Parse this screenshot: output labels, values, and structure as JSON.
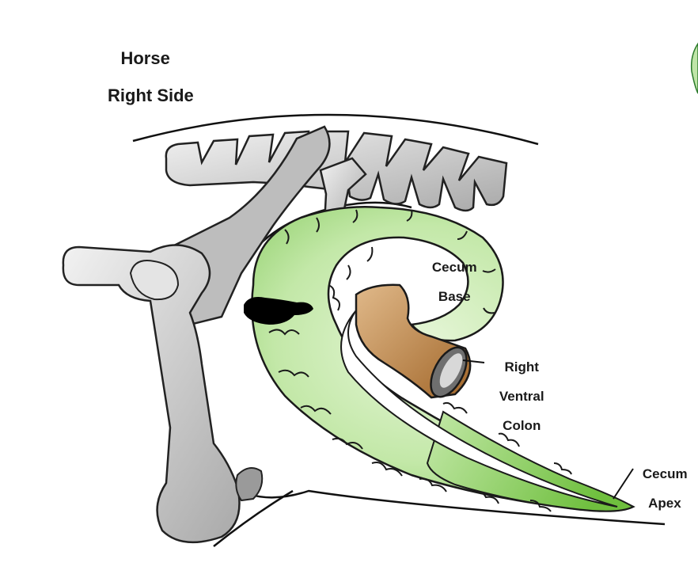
{
  "title": {
    "line1": "Horse",
    "line2": "Right Side"
  },
  "labels": {
    "cecum_base": {
      "line1": "Cecum",
      "line2": "Base"
    },
    "right_ventral_colon": {
      "line1": "Right",
      "line2": "Ventral",
      "line3": "Colon"
    },
    "cecum_apex": {
      "line1": "Cecum",
      "line2": "Apex"
    }
  },
  "colors": {
    "bone": "#c9c9c9",
    "bone_outline": "#222222",
    "cecum_green": "#a8db86",
    "cecum_light": "#dff3cf",
    "colon_brown": "#b57a3a",
    "outline": "#111111"
  }
}
